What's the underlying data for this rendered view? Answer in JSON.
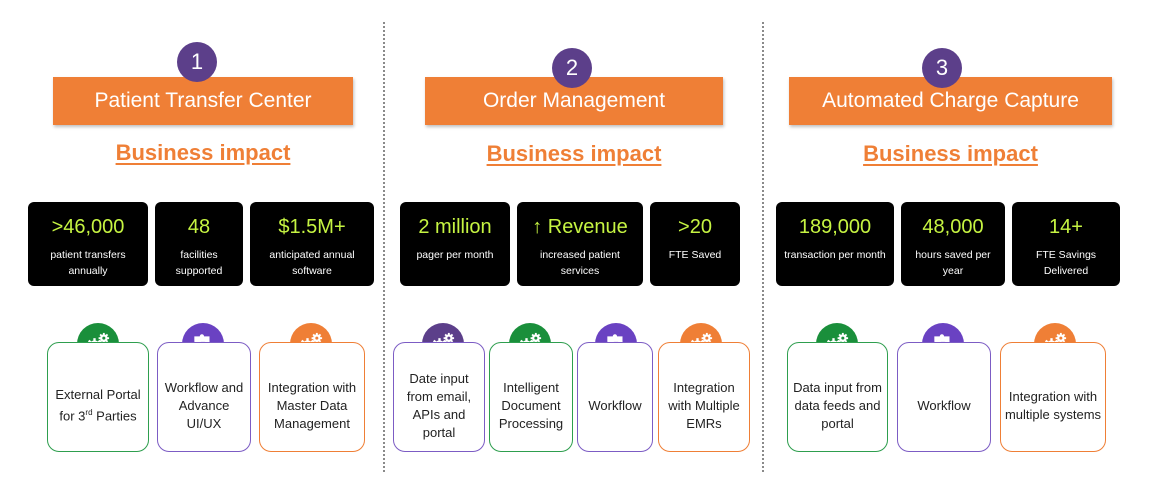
{
  "columns": [
    {
      "number": "1",
      "title": "Patient Transfer Center",
      "impact_label": "Business impact",
      "metrics": [
        {
          "value": ">46,000",
          "desc": "patient transfers annually"
        },
        {
          "value": "48",
          "desc": "facilities supported"
        },
        {
          "value": "$1.5M+",
          "desc": "anticipated annual software"
        }
      ],
      "cards": [
        {
          "icon": "gears-icon",
          "text": "External Portal for 3rd Parties"
        },
        {
          "icon": "puzzle-icon",
          "text": "Workflow and Advance UI/UX"
        },
        {
          "icon": "gears-icon",
          "text": "Integration with Master Data Management"
        }
      ]
    },
    {
      "number": "2",
      "title": "Order Management",
      "impact_label": "Business impact",
      "metrics": [
        {
          "value": "2 million",
          "desc": "pager per month"
        },
        {
          "value": "↑ Revenue",
          "desc": "increased patient services"
        },
        {
          "value": ">20",
          "desc": "FTE Saved"
        }
      ],
      "cards": [
        {
          "icon": "gears-icon",
          "text": "Date input from email, APIs and portal"
        },
        {
          "icon": "gears-icon",
          "text": "Intelligent Document Processing"
        },
        {
          "icon": "puzzle-icon",
          "text": "Workflow"
        },
        {
          "icon": "gears-icon",
          "text": "Integration with Multiple EMRs"
        }
      ]
    },
    {
      "number": "3",
      "title": "Automated Charge Capture",
      "impact_label": "Business impact",
      "metrics": [
        {
          "value": "189,000",
          "desc": "transaction per month"
        },
        {
          "value": "48,000",
          "desc": "hours saved per year"
        },
        {
          "value": "14+",
          "desc": "FTE Savings Delivered"
        }
      ],
      "cards": [
        {
          "icon": "gears-icon",
          "text": "Data input from data feeds and portal"
        },
        {
          "icon": "puzzle-icon",
          "text": "Workflow"
        },
        {
          "icon": "gears-icon",
          "text": "Integration with multiple systems"
        }
      ]
    }
  ],
  "colors": {
    "orange": "#ef7f36",
    "purple": "#5c3f8a",
    "green": "#1a8f3b",
    "lime": "#c6f442"
  }
}
